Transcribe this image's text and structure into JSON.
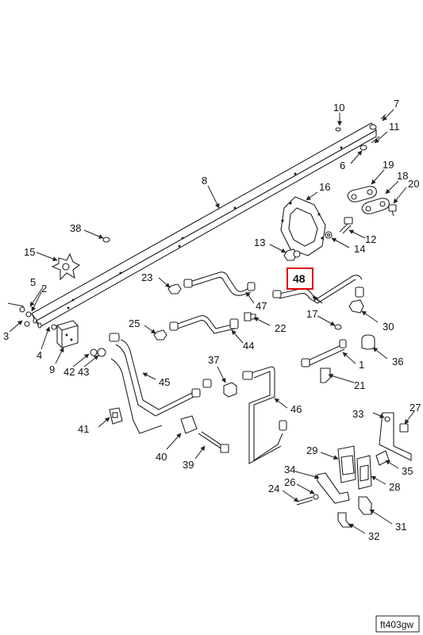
{
  "diagram_id": "ft403gw",
  "highlight": {
    "label": "48",
    "color": "#e00000"
  },
  "callouts": [
    {
      "num": "1"
    },
    {
      "num": "2"
    },
    {
      "num": "3"
    },
    {
      "num": "4"
    },
    {
      "num": "5"
    },
    {
      "num": "6"
    },
    {
      "num": "7"
    },
    {
      "num": "8"
    },
    {
      "num": "9"
    },
    {
      "num": "10"
    },
    {
      "num": "11"
    },
    {
      "num": "12"
    },
    {
      "num": "13"
    },
    {
      "num": "14"
    },
    {
      "num": "15"
    },
    {
      "num": "16"
    },
    {
      "num": "17"
    },
    {
      "num": "18"
    },
    {
      "num": "19"
    },
    {
      "num": "20"
    },
    {
      "num": "21"
    },
    {
      "num": "22"
    },
    {
      "num": "23"
    },
    {
      "num": "24"
    },
    {
      "num": "25"
    },
    {
      "num": "26"
    },
    {
      "num": "27"
    },
    {
      "num": "28"
    },
    {
      "num": "29"
    },
    {
      "num": "30"
    },
    {
      "num": "31"
    },
    {
      "num": "32"
    },
    {
      "num": "33"
    },
    {
      "num": "34"
    },
    {
      "num": "35"
    },
    {
      "num": "36"
    },
    {
      "num": "37"
    },
    {
      "num": "38"
    },
    {
      "num": "39"
    },
    {
      "num": "40"
    },
    {
      "num": "41"
    },
    {
      "num": "42"
    },
    {
      "num": "43"
    },
    {
      "num": "44"
    },
    {
      "num": "45"
    },
    {
      "num": "46"
    },
    {
      "num": "47"
    },
    {
      "num": "48"
    }
  ]
}
